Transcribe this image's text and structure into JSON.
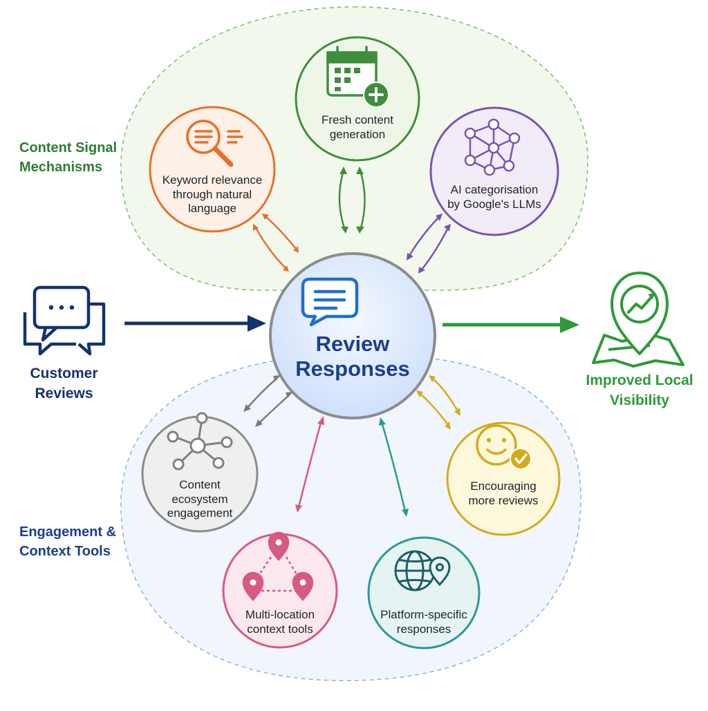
{
  "groups": {
    "content_signal": {
      "title_line1": "Content Signal",
      "title_line2": "Mechanisms",
      "color": "#2e7d32"
    },
    "engagement": {
      "title_line1": "Engagement &",
      "title_line2": "Context Tools",
      "color": "#1b3f8a"
    }
  },
  "center": {
    "line1": "Review",
    "line2": "Responses",
    "icon": "chat-bubble-icon"
  },
  "input": {
    "line1": "Customer",
    "line2": "Reviews",
    "icon": "chat-bubbles-icon",
    "color": "#13326e"
  },
  "output": {
    "line1": "Improved Local",
    "line2": "Visibility",
    "icon": "map-pin-trend-icon",
    "color": "#2e9a38"
  },
  "nodes": {
    "keyword": {
      "lines": [
        "Keyword relevance",
        "through natural",
        "language"
      ],
      "icon": "search-document-icon",
      "color": "#e86f2a"
    },
    "fresh": {
      "lines": [
        "Fresh content",
        "generation"
      ],
      "icon": "calendar-add-icon",
      "color": "#3f8e3c"
    },
    "ai": {
      "lines": [
        "AI categorisation",
        "by Google's LLMs"
      ],
      "icon": "network-nodes-icon",
      "color": "#7a52b3"
    },
    "ecosystem": {
      "lines": [
        "Content",
        "ecosystem",
        "engagement"
      ],
      "icon": "hub-nodes-icon",
      "color": "#808080"
    },
    "multilocation": {
      "lines": [
        "Multi-location",
        "context tools"
      ],
      "icon": "location-pins-icon",
      "color": "#d65a82"
    },
    "platform": {
      "lines": [
        "Platform-specific",
        "responses"
      ],
      "icon": "globe-pin-icon",
      "color": "#2a9a92"
    },
    "encouraging": {
      "lines": [
        "Encouraging",
        "more reviews"
      ],
      "icon": "smiley-check-icon",
      "color": "#d2ac1c"
    }
  }
}
